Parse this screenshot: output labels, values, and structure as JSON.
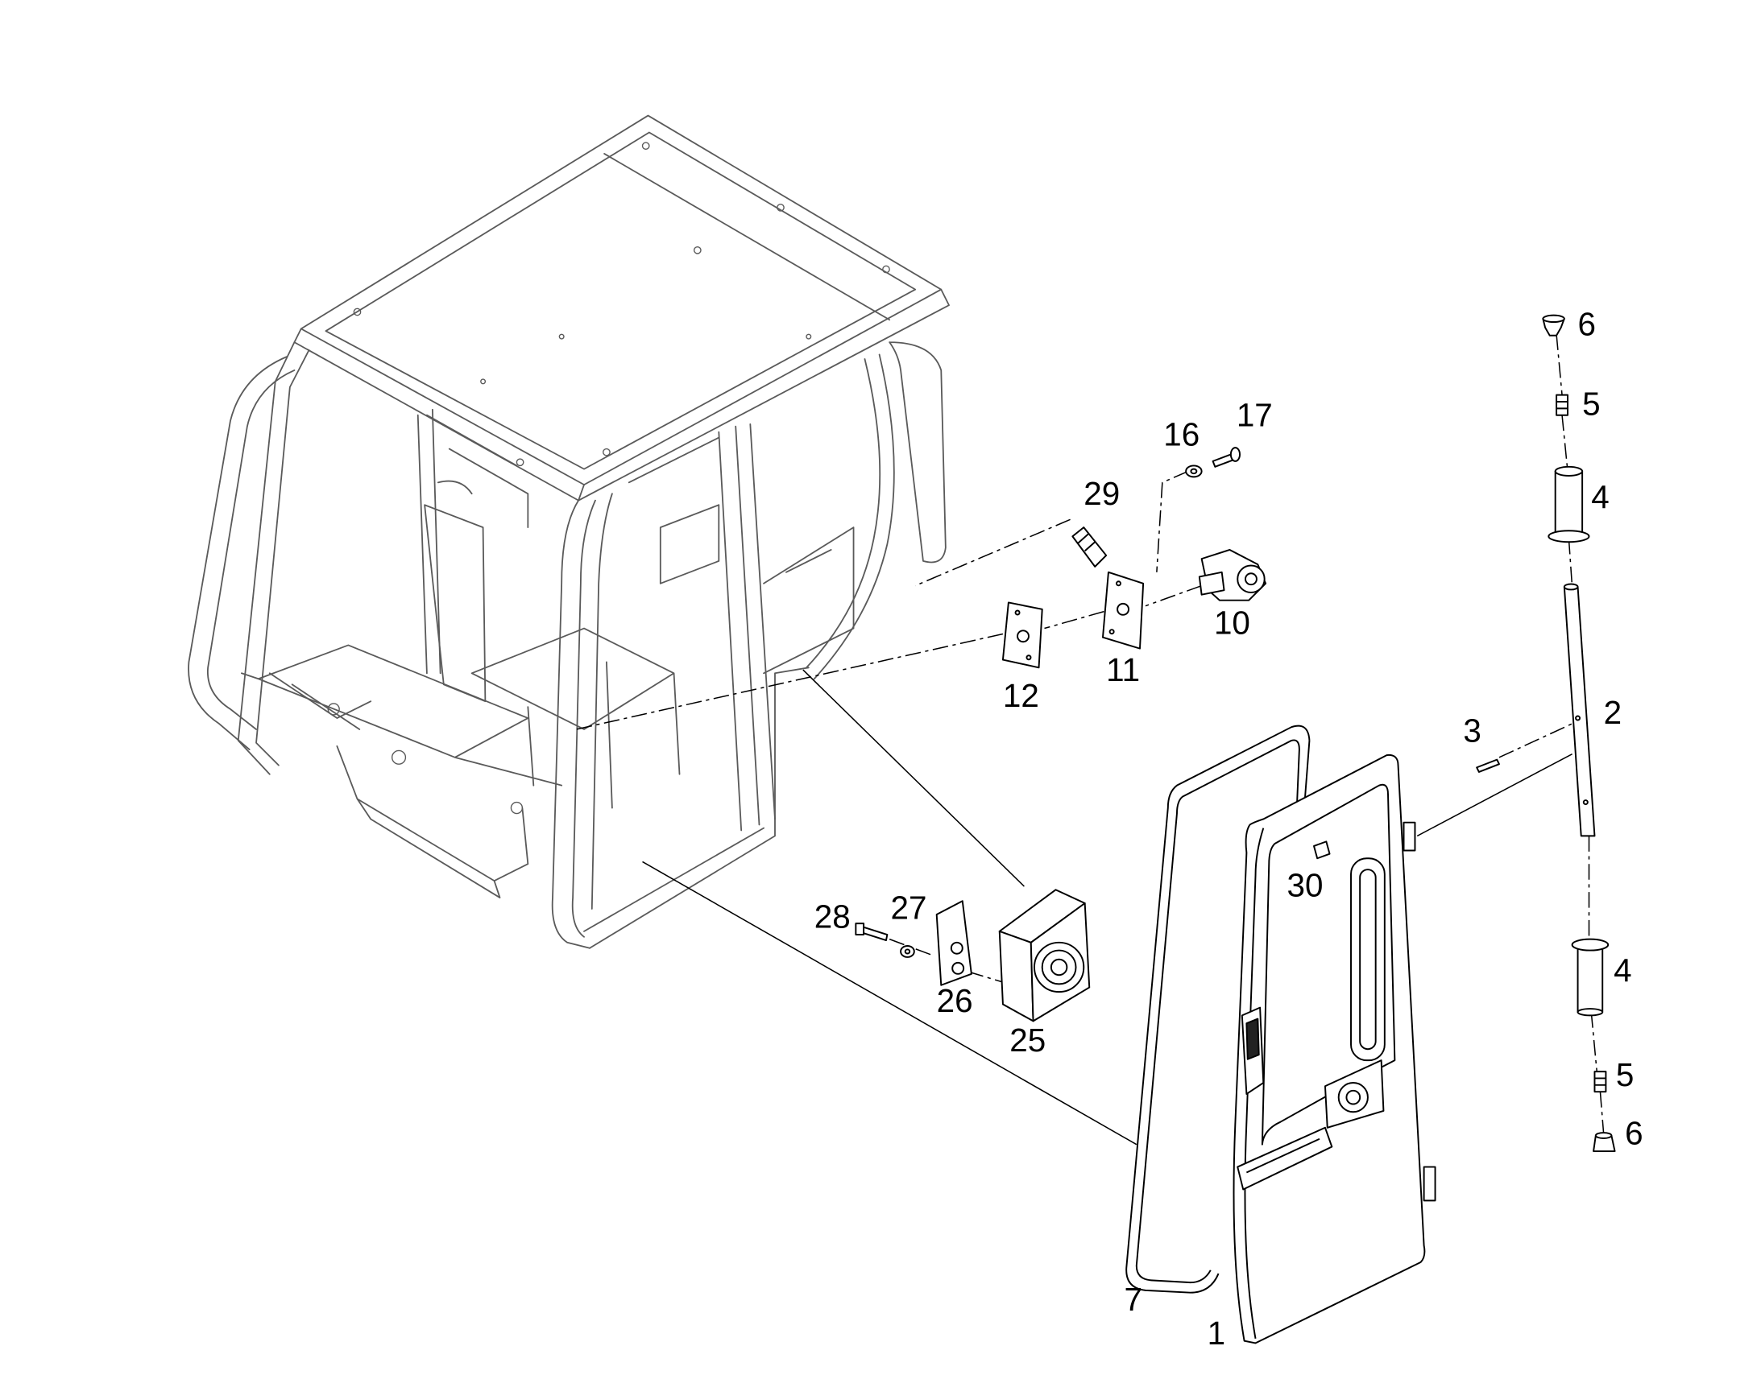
{
  "colors": {
    "part_line": "#000000",
    "cab_line": "#5a5a5a",
    "background": "#ffffff"
  },
  "diagram": {
    "callouts": [
      {
        "label": "6"
      },
      {
        "label": "5"
      },
      {
        "label": "4"
      },
      {
        "label": "2"
      },
      {
        "label": "3"
      },
      {
        "label": "30"
      },
      {
        "label": "4"
      },
      {
        "label": "5"
      },
      {
        "label": "6"
      },
      {
        "label": "16"
      },
      {
        "label": "17"
      },
      {
        "label": "29"
      },
      {
        "label": "10"
      },
      {
        "label": "11"
      },
      {
        "label": "12"
      },
      {
        "label": "28"
      },
      {
        "label": "27"
      },
      {
        "label": "26"
      },
      {
        "label": "25"
      },
      {
        "label": "7"
      },
      {
        "label": "1"
      }
    ]
  }
}
